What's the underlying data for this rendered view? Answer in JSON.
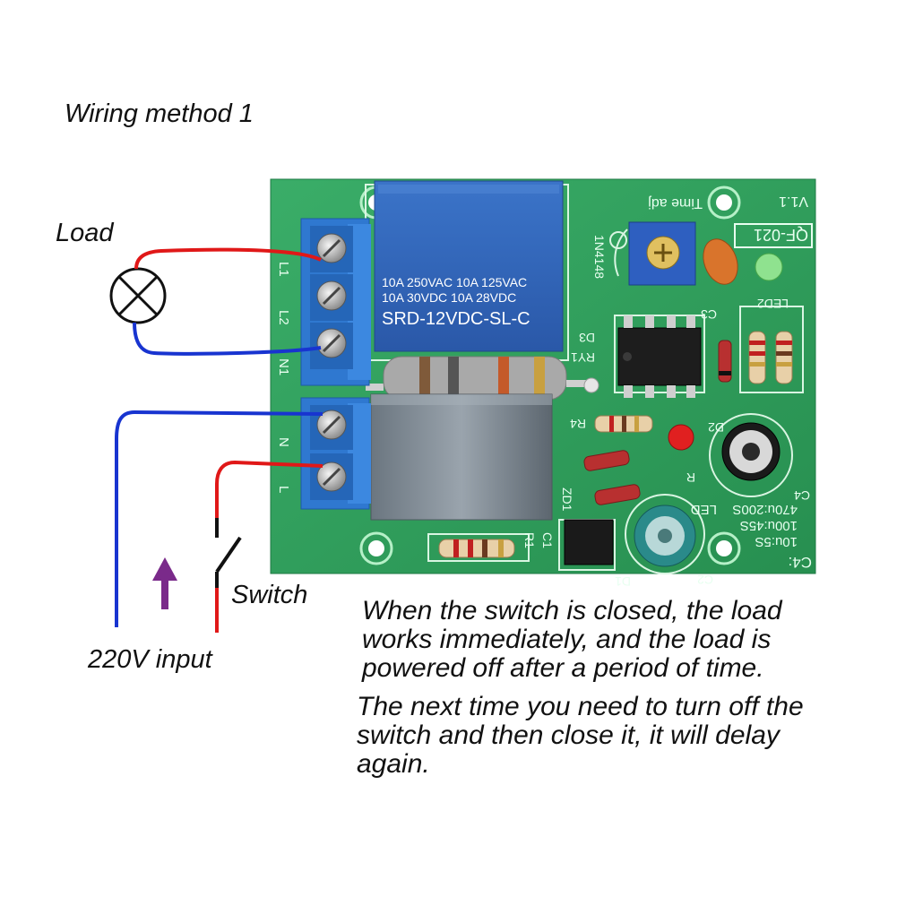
{
  "title": "Wiring method 1",
  "labels": {
    "load": "Load",
    "switch": "Switch",
    "input": "220V input"
  },
  "description": {
    "line1": [
      "When the switch is closed, the load",
      "works immediately, and the load is",
      "powered off after a period of time."
    ],
    "line2": [
      "The next time you need to turn off the",
      "switch and then close it, it will delay",
      "again."
    ]
  },
  "board": {
    "relay_rating_1": "10A 250VAC  10A 125VAC",
    "relay_rating_2": "10A  30VDC  10A  28VDC",
    "relay_model": "SRD-12VDC-SL-C",
    "model_code": "QF-021",
    "version": "V1.1",
    "time_adj": "Time adj",
    "terminal_labels": [
      "L1",
      "L2",
      "N1",
      "N",
      "L"
    ],
    "silk_labels": [
      "1N4148",
      "D3",
      "RY1",
      "C3",
      "LED2",
      "R4",
      "D2",
      "R",
      "ZD1",
      "C1",
      "R1",
      "D1",
      "C2",
      "C4"
    ],
    "timing_table": [
      "C4:",
      "10u:5S",
      "100u:45S",
      "470u:200S",
      "LED"
    ]
  },
  "colors": {
    "pcb_green": "#2e9e5c",
    "relay_blue": "#2f64b8",
    "terminal_blue": "#2f78d0",
    "wire_red": "#e01818",
    "wire_blue": "#1834d0",
    "arrow_purple": "#7a2a8a"
  }
}
